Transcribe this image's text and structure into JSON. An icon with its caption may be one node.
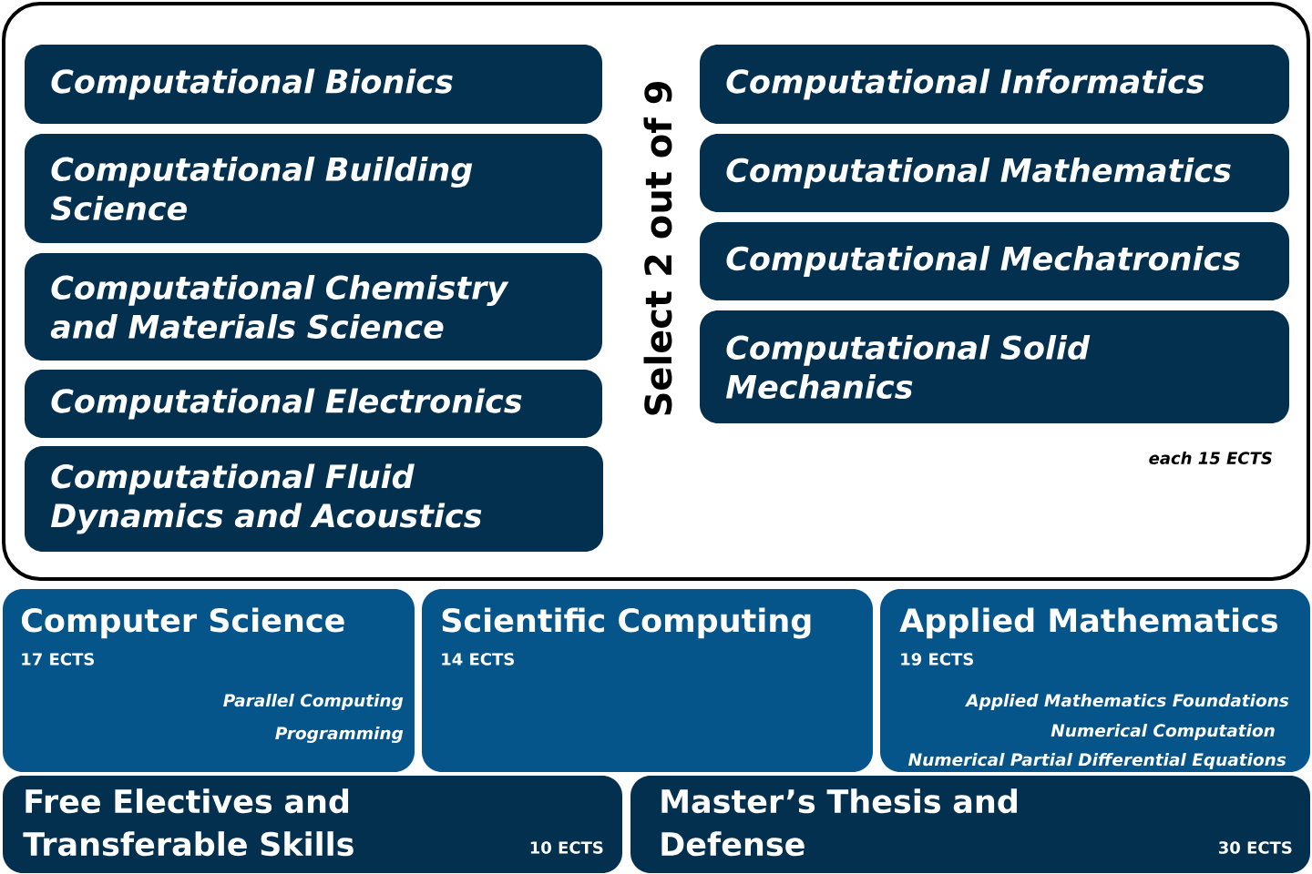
{
  "diagram": {
    "nodes": [
      {
        "text": [
          "Select 2 out of 9",
          "each 15 ECTS"
        ]
      },
      {
        "text": [
          "Computational Bionics"
        ],
        "in": 0
      },
      {
        "text": [
          "Computational Building Science"
        ],
        "in": 0
      },
      {
        "text": [
          "Computational Chemistry and Materials Science"
        ],
        "in": 0
      },
      {
        "text": [
          "Computational Electronics"
        ],
        "in": 0
      },
      {
        "text": [
          "Computational Fluid Dynamics and Acoustics"
        ],
        "in": 0
      },
      {
        "text": [
          "Computational Informatics"
        ],
        "in": 0
      },
      {
        "text": [
          "Computational Mathematics"
        ],
        "in": 0
      },
      {
        "text": [
          "Computational Mechatronics"
        ],
        "in": 0
      },
      {
        "text": [
          "Computational Solid Mechanics"
        ],
        "in": 0
      },
      {
        "text": [
          "Computer Science",
          "17 ECTS",
          "Parallel Computing",
          "Programming"
        ]
      },
      {
        "text": [
          "Scientific Computing",
          "14 ECTS"
        ]
      },
      {
        "text": [
          "Applied Mathematics",
          "19 ECTS",
          "Applied Mathematics Foundations",
          "Numerical Computation",
          "Numerical Partial Differential Equations"
        ]
      },
      {
        "text": [
          "Free Electives and Transferable Skills",
          "10 ECTS"
        ]
      },
      {
        "text": [
          "Master’s Thesis and Defense",
          "30 ECTS"
        ]
      }
    ]
  }
}
